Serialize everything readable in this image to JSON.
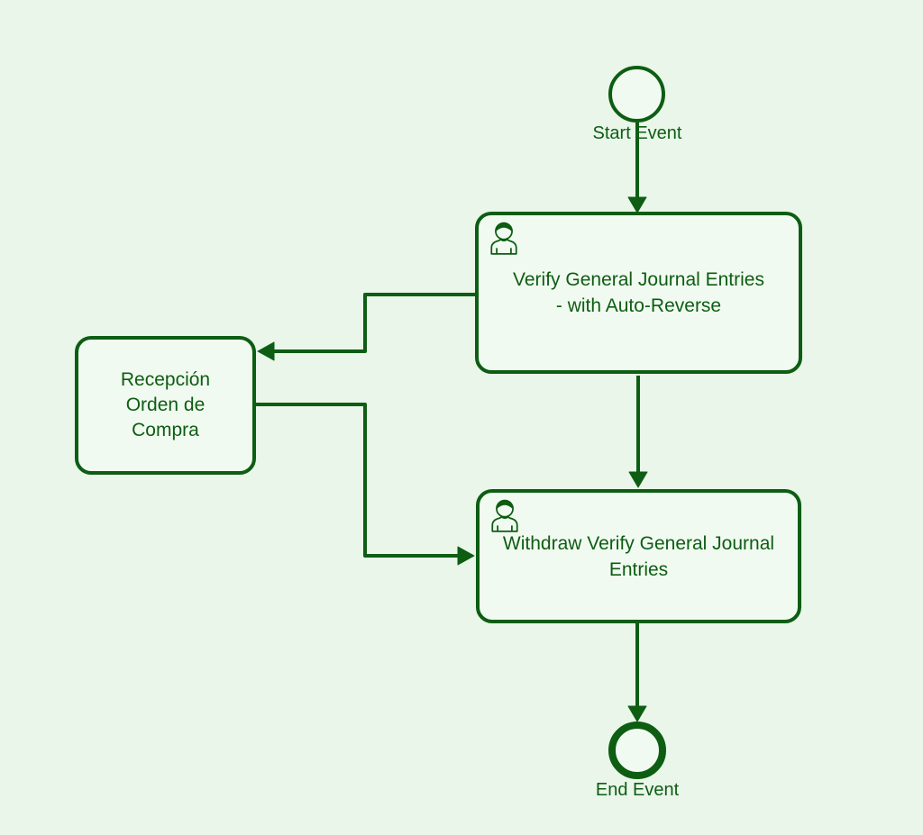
{
  "diagram": {
    "type": "bpmn-process",
    "colors": {
      "stroke": "#0d5d13",
      "text": "#0d5d13",
      "background": "#e9f6e9",
      "node_fill": "#f1faf0"
    }
  },
  "events": {
    "start": {
      "label": "Start Event",
      "shape": "thin-circle"
    },
    "end": {
      "label": "End Event",
      "shape": "thick-circle"
    }
  },
  "tasks": {
    "verify": {
      "label": "Verify General Journal Entries - with Auto-Reverse",
      "lines": [
        "Verify General Journal Entries",
        "- with Auto-Reverse"
      ],
      "icon": "user-icon"
    },
    "recepcion": {
      "label": "Recepción Orden de Compra",
      "lines": [
        "Recepción",
        "Orden de",
        "Compra"
      ],
      "icon": null
    },
    "withdraw": {
      "label": "Withdraw Verify General Journal Entries",
      "lines": [
        "Withdraw Verify General Journal",
        "Entries"
      ],
      "icon": "user-icon"
    }
  },
  "flows": [
    {
      "from": "Start Event",
      "to": "Verify General Journal Entries - with Auto-Reverse"
    },
    {
      "from": "Verify General Journal Entries - with Auto-Reverse",
      "to": "Recepción Orden de Compra"
    },
    {
      "from": "Verify General Journal Entries - with Auto-Reverse",
      "to": "Withdraw Verify General Journal Entries"
    },
    {
      "from": "Recepción Orden de Compra",
      "to": "Withdraw Verify General Journal Entries"
    },
    {
      "from": "Withdraw Verify General Journal Entries",
      "to": "End Event"
    }
  ]
}
